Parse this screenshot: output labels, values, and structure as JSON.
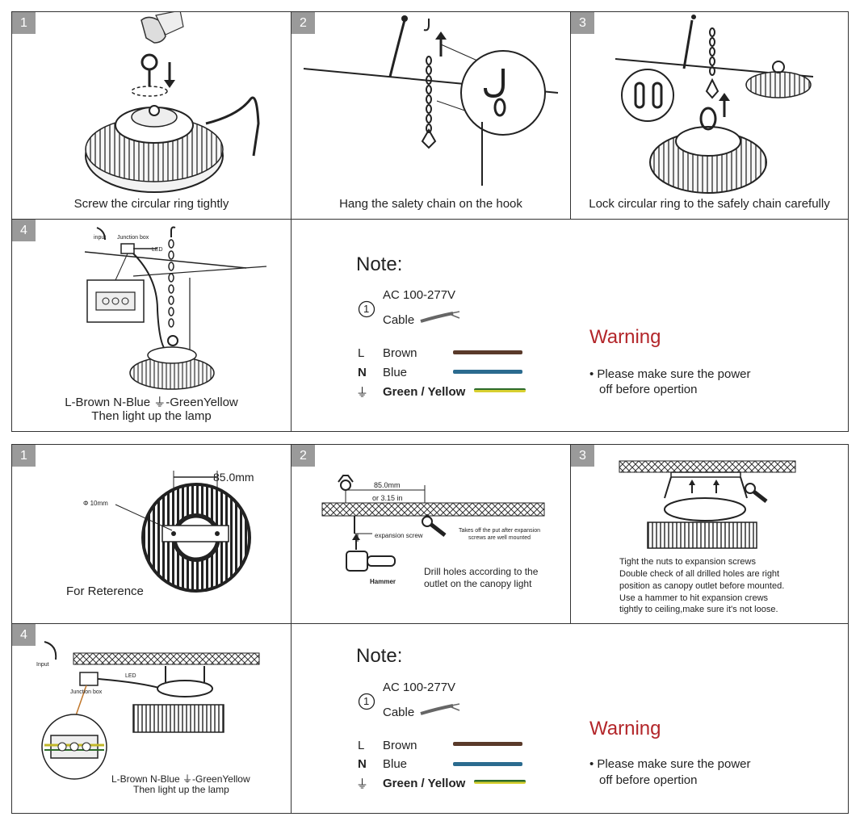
{
  "colors": {
    "brown": "#5a3a2a",
    "blue": "#2b6b8f",
    "green_yellow_a": "#2c6b2a",
    "green_yellow_b": "#d8d030",
    "warning": "#b3262a",
    "badge": "#9a9a9a"
  },
  "top": {
    "steps": [
      {
        "num": "1",
        "caption": "Screw the circular ring tightly"
      },
      {
        "num": "2",
        "caption": "Hang the salety chain on the hook"
      },
      {
        "num": "3",
        "caption": "Lock circular ring to the safely chain carefully"
      },
      {
        "num": "4",
        "caption_line1": "L-Brown  N-Blue  ⏚-GreenYellow",
        "caption_line2": "Then light up the lamp",
        "labels": {
          "input": "input",
          "junction": "Junction box",
          "led": "LED"
        }
      }
    ],
    "note": {
      "title": "Note:",
      "circle": "1",
      "voltage": "AC 100-277V",
      "cable": "Cable",
      "wires": [
        {
          "symbol": "L",
          "name": "Brown"
        },
        {
          "symbol": "N",
          "name": "Blue"
        },
        {
          "symbol": "⏚",
          "name": "Green / Yellow"
        }
      ],
      "warning_title": "Warning",
      "warning_line1": "• Please make sure the power",
      "warning_line2": "off before opertion"
    }
  },
  "bottom": {
    "steps": [
      {
        "num": "1",
        "dim": "85.0mm",
        "hole": "Φ 10mm",
        "caption": "For Reterence"
      },
      {
        "num": "2",
        "dim1": "85.0mm",
        "dim2": "or 3.15 in",
        "screw_label": "expansion screw",
        "takes_off": "Takes off the put after expansion screws are well mounted",
        "hammer": "Hammer",
        "caption_line1": "Drill holes according to the",
        "caption_line2": "outlet on the canopy light"
      },
      {
        "num": "3",
        "lines": [
          "Tight the nuts to expansion screws",
          "Double check of all drilled holes are right",
          "position as canopy outlet before mounted.",
          "Use a hammer to hit expansion crews",
          "tightly to ceiling,make sure it's not loose."
        ]
      },
      {
        "num": "4",
        "caption_line1": "L-Brown  N-Blue  ⏚-GreenYellow",
        "caption_line2": "Then light up the lamp",
        "labels": {
          "input": "Input",
          "junction": "Junction box",
          "led": "LED"
        }
      }
    ],
    "note": {
      "title": "Note:",
      "circle": "1",
      "voltage": "AC 100-277V",
      "cable": "Cable",
      "wires": [
        {
          "symbol": "L",
          "name": "Brown"
        },
        {
          "symbol": "N",
          "name": "Blue"
        },
        {
          "symbol": "⏚",
          "name": "Green / Yellow"
        }
      ],
      "warning_title": "Warning",
      "warning_line1": "• Please make sure the power",
      "warning_line2": "off before opertion"
    }
  }
}
